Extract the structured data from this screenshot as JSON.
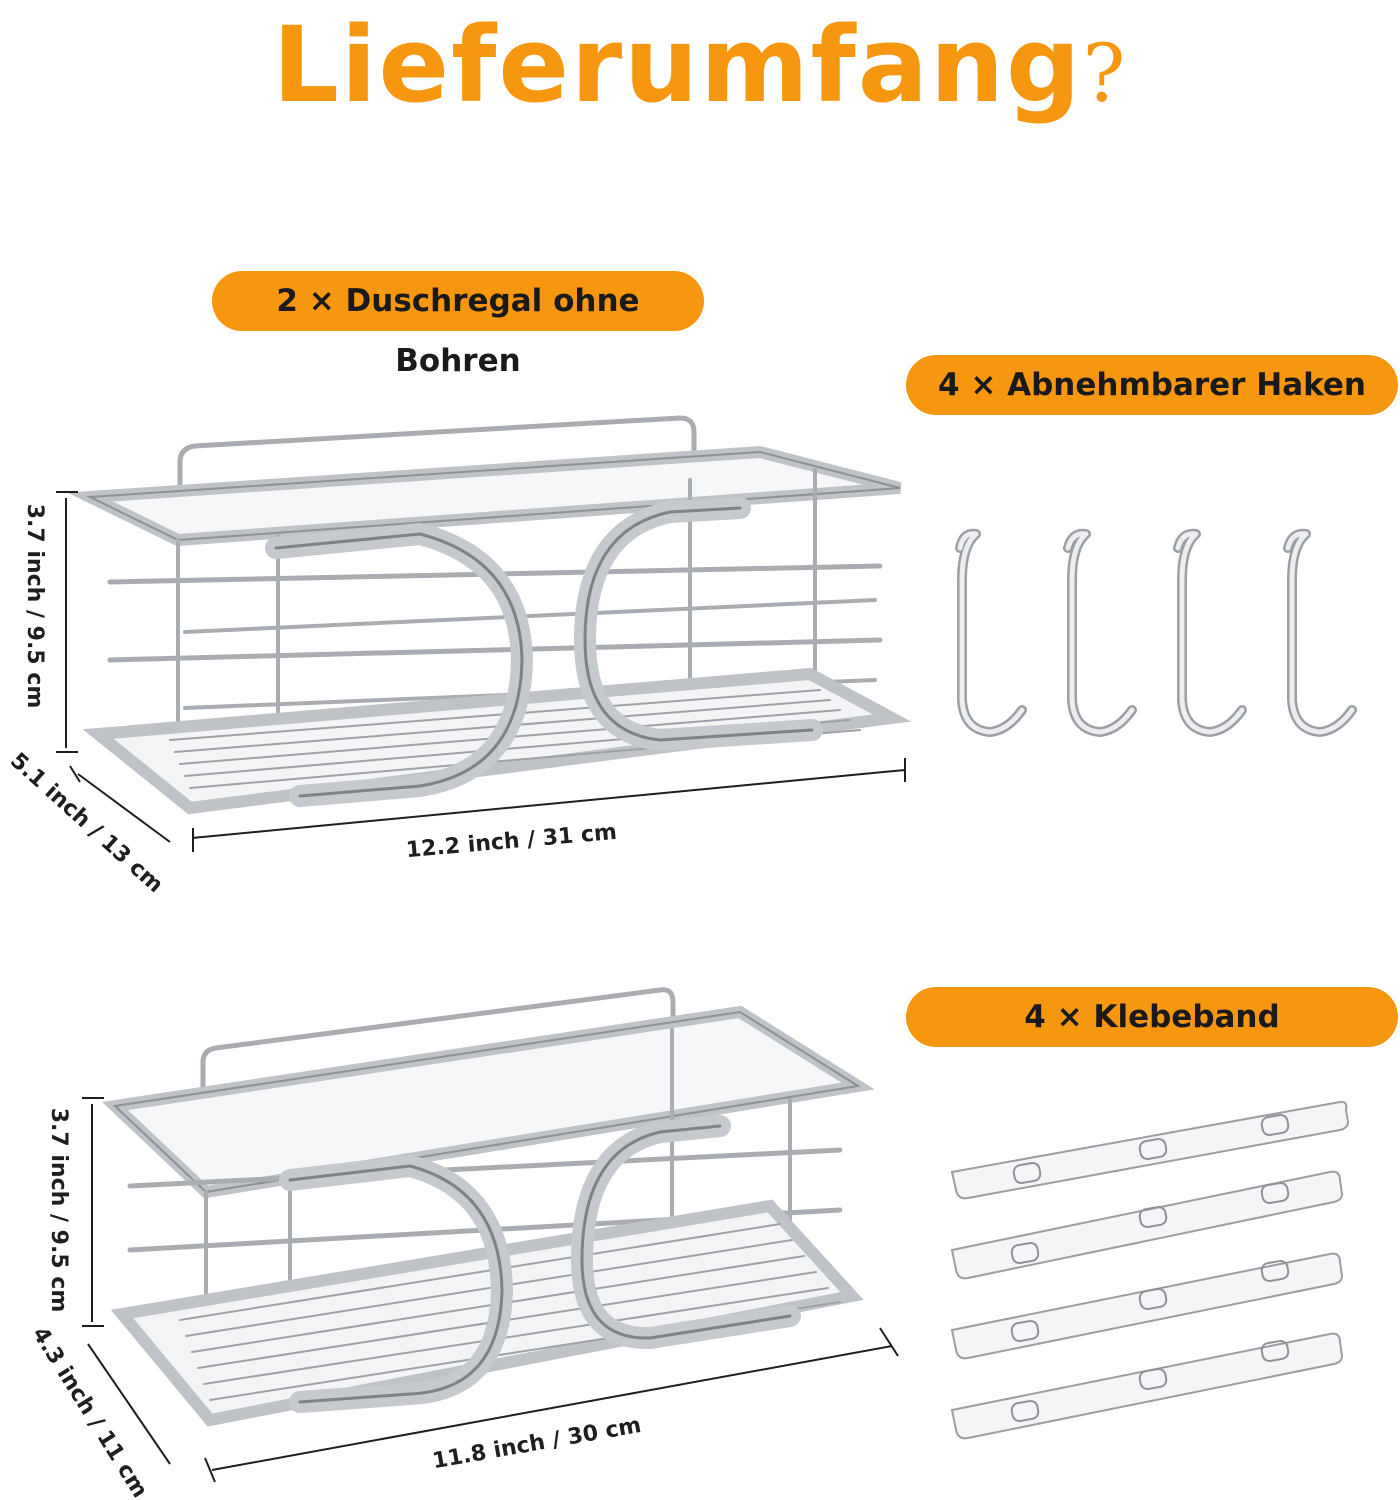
{
  "title": {
    "text": "Lieferumfang",
    "mark": "?"
  },
  "labels": {
    "shelves": "2 × Duschregal ohne Bohren",
    "hooks": "4 × Abnehmbarer Haken",
    "tape": "4 × Klebeband"
  },
  "dimensions": {
    "shelf1_height": "3.7 inch / 9.5 cm",
    "shelf1_depth": "5.1 inch / 13 cm",
    "shelf1_width": "12.2 inch / 31 cm",
    "shelf2_height": "3.7 inch / 9.5 cm",
    "shelf2_depth": "4.3 inch / 11 cm",
    "shelf2_width": "11.8 inch / 30 cm"
  },
  "colors": {
    "accent": "#F7970F",
    "metal": "#b9bcc0",
    "text": "#1e1e1e"
  }
}
